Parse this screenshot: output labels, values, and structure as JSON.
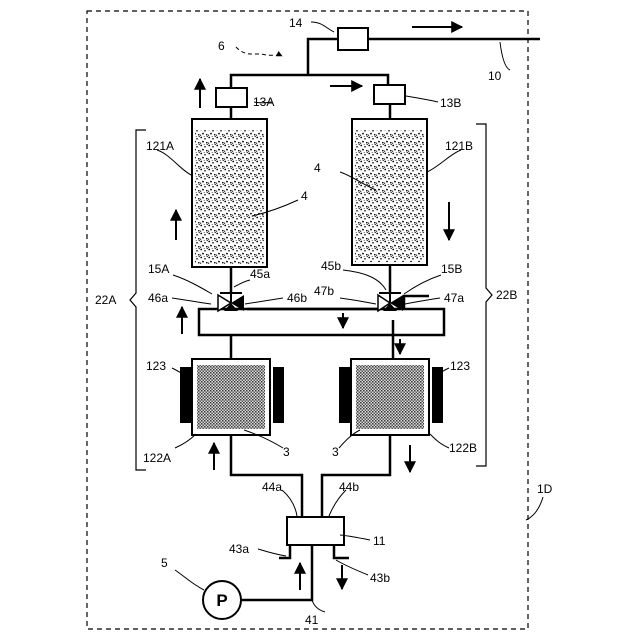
{
  "labels": {
    "system": "1D",
    "pump": "5",
    "pump_symbol": "P",
    "piping": "6",
    "outlet": "10",
    "switch_unit": "11",
    "port_top": "14",
    "sensor_a": "13A",
    "sensor_b": "13B",
    "tank_a": "121A",
    "tank_b": "121B",
    "fill_a": "4",
    "fill_b": "4",
    "line_a": "45a",
    "line_b": "45b",
    "valve_a": "15A",
    "valve_b": "15B",
    "port_46a": "46a",
    "port_46b": "46b",
    "port_47a": "47a",
    "port_47b": "47b",
    "group_a": "22A",
    "group_b": "22B",
    "heater_a": "123",
    "heater_b": "123",
    "exch_a": "122A",
    "exch_b": "122B",
    "core_a": "3",
    "core_b": "3",
    "port_44a": "44a",
    "port_44b": "44b",
    "port_43a": "43a",
    "port_43b": "43b",
    "inlet": "41"
  }
}
